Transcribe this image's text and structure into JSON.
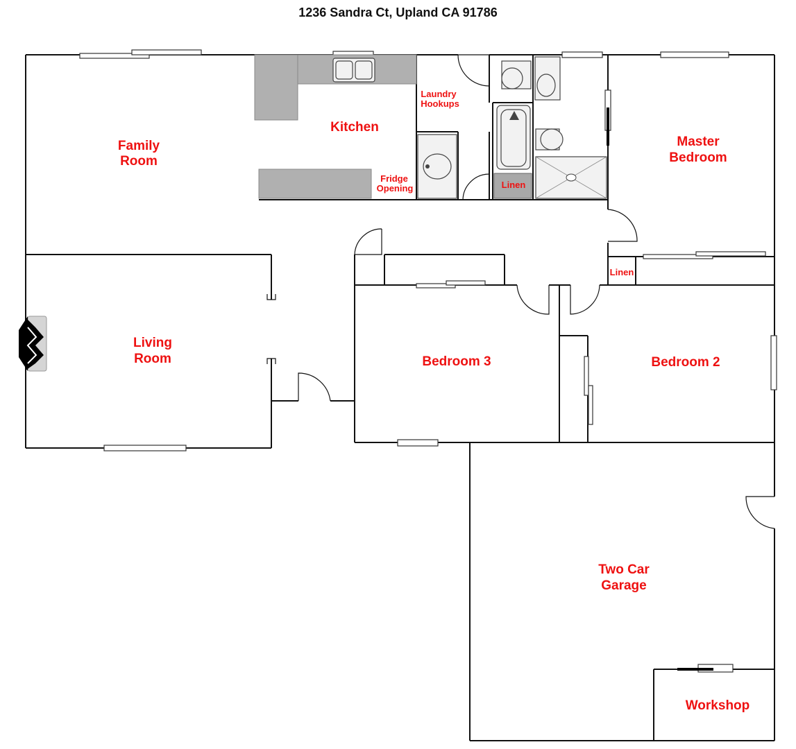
{
  "title": "1236 Sandra Ct, Upland CA 91786",
  "rooms": {
    "family_room": [
      "Family",
      "Room"
    ],
    "kitchen": "Kitchen",
    "laundry": [
      "Laundry",
      "Hookups"
    ],
    "fridge": [
      "Fridge",
      "Opening"
    ],
    "linen_bath": "Linen",
    "master_bedroom": [
      "Master",
      "Bedroom"
    ],
    "linen_hall": "Linen",
    "living_room": [
      "Living",
      "Room"
    ],
    "bedroom3": "Bedroom 3",
    "bedroom2": "Bedroom 2",
    "garage": [
      "Two Car",
      "Garage"
    ],
    "workshop": "Workshop"
  },
  "colors": {
    "label": "#ee1111",
    "wall": "#111111",
    "counter": "#b0b0b0"
  }
}
